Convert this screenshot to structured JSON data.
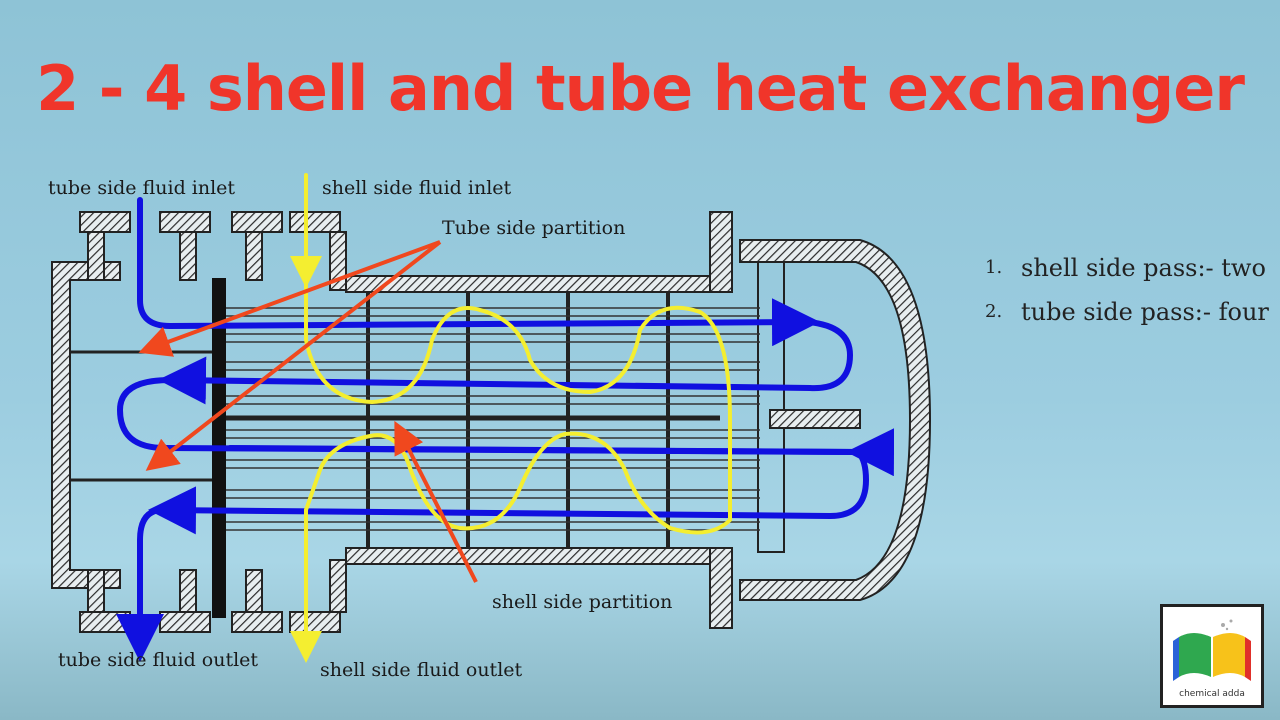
{
  "title": "2 - 4 shell and tube heat exchanger",
  "labels": {
    "tube_inlet": "tube side fluid inlet",
    "shell_inlet": "shell side fluid inlet",
    "tube_partition": "Tube side partition",
    "tube_outlet": "tube side fluid outlet",
    "shell_outlet": "shell side fluid outlet",
    "shell_partition": "shell side partition"
  },
  "passes": [
    {
      "num": "1.",
      "text": "shell side pass:- two"
    },
    {
      "num": "2.",
      "text": "tube side pass:- four"
    }
  ],
  "logo": {
    "brand": "chemical adda"
  },
  "colors": {
    "title": "#f0352a",
    "tube_flow": "#1010e0",
    "shell_flow": "#f4ee30",
    "partition_arrow": "#f0481e",
    "hatch": "#2a2a2a"
  }
}
